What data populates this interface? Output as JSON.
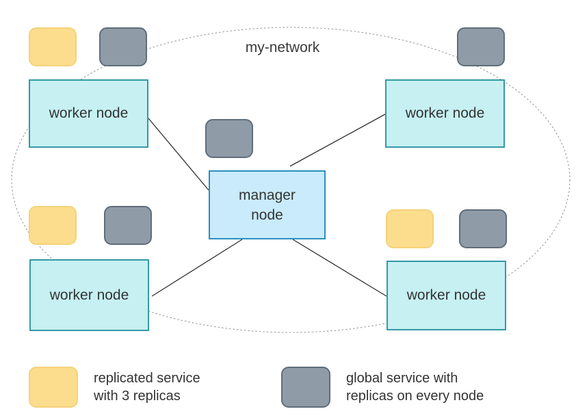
{
  "network": {
    "label": "my-network"
  },
  "manager": {
    "label": "manager\nnode"
  },
  "workers": [
    {
      "label": "worker node"
    },
    {
      "label": "worker node"
    },
    {
      "label": "worker node"
    },
    {
      "label": "worker node"
    }
  ],
  "legend": {
    "replicated": "replicated service\nwith 3 replicas",
    "global": "global service with\nreplicas on every node"
  },
  "colors": {
    "replicated_service": "#fbdd8d",
    "global_service": "#8f9ca8",
    "worker_fill": "#c6f0f2",
    "manager_fill": "#c9ebfb"
  }
}
